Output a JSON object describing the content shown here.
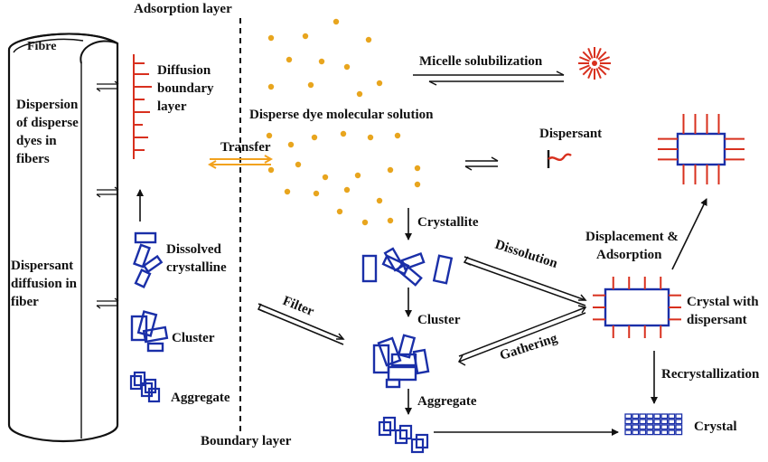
{
  "colors": {
    "blue": "#1a2fa8",
    "red": "#d8301e",
    "orange": "#f2a21e",
    "dot": "#e8a51e",
    "black": "#111111"
  },
  "labels": {
    "adsorption_layer": "Adsorption layer",
    "fibre": "Fibre",
    "diffusion_boundary_1": "Diffusion",
    "diffusion_boundary_2": "boundary",
    "diffusion_boundary_3": "layer",
    "dispersion_1": "Dispersion",
    "dispersion_2": "of disperse",
    "dispersion_3": "dyes in",
    "dispersion_4": "fibers",
    "dispersant_diff_1": "Dispersant",
    "dispersant_diff_2": "diffusion in",
    "dispersant_diff_3": "fiber",
    "dissolved_1": "Dissolved",
    "dissolved_2": "crystalline",
    "cluster_left": "Cluster",
    "aggregate_left": "Aggregate",
    "boundary_layer": "Boundary layer",
    "micelle": "Micelle solubilization",
    "molecular_solution": "Disperse dye molecular solution",
    "dispersant": "Dispersant",
    "transfer": "Transfer",
    "crystallite": "Crystallite",
    "dissolution": "Dissolution",
    "displacement_1": "Displacement &",
    "displacement_2": "Adsorption",
    "crystal_disp_1": "Crystal with",
    "crystal_disp_2": "dispersant",
    "filter": "Filter",
    "cluster_mid": "Cluster",
    "gathering": "Gathering",
    "aggregate_mid": "Aggregate",
    "recrystallization": "Recrystallization",
    "crystal": "Crystal"
  }
}
